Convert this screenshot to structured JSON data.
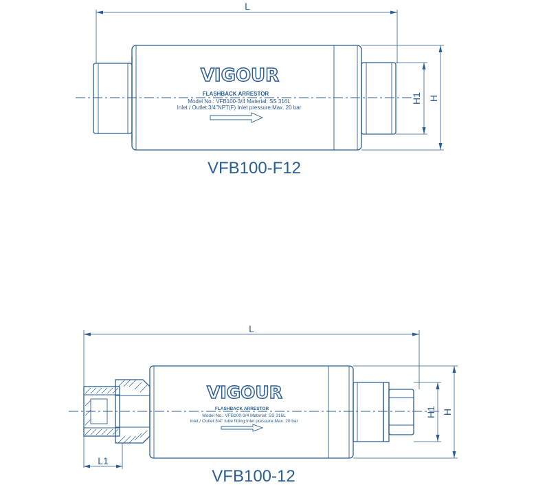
{
  "top": {
    "caption": "VFB100-F12",
    "brand": "VIGOUR",
    "title": "FLASHBACK ARRESTOR",
    "line1": "Model No.: VFB100-3/4        Material: SS 316L",
    "line2": "Inlet / Outlet:3/4\"NPT(F)  Inlet pressure:Max. 20 bar",
    "dim_L": "L",
    "dim_H1": "H1",
    "dim_H": "H"
  },
  "bottom": {
    "caption": "VFB100-12",
    "brand": "VIGOUR",
    "title": "FLASHBACK ARRESTOR",
    "line1": "Model No.: VFB100-3/4        Material: SS 316L",
    "line2": "Inlet / Outlet:3/4\" tube fitting   Inlet pressure:Max. 20 bar",
    "dim_L": "L",
    "dim_L1": "L1",
    "dim_H1": "H1",
    "dim_H": "H"
  }
}
